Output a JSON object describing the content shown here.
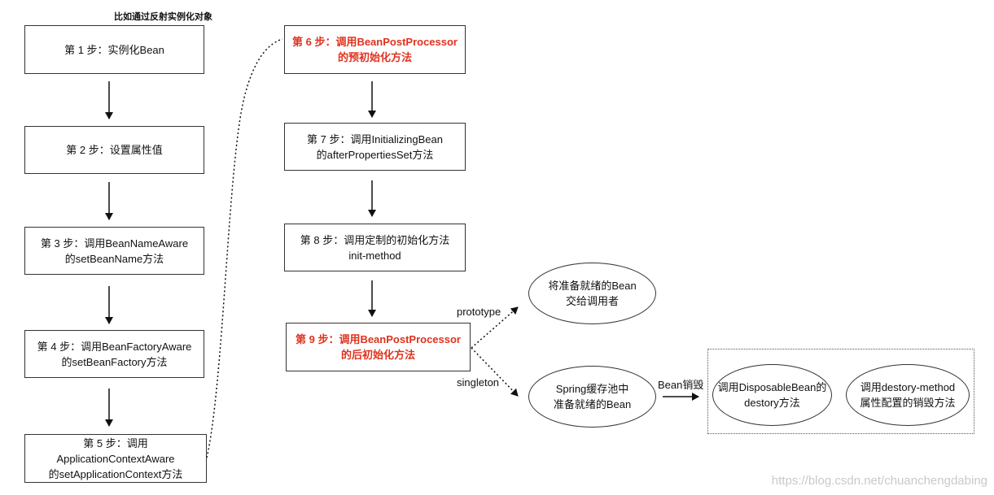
{
  "note": "比如通过反射实例化对象",
  "steps": [
    {
      "line1": "第 1 步：实例化Bean",
      "line2": ""
    },
    {
      "line1": "第 2 步：设置属性值",
      "line2": ""
    },
    {
      "line1": "第 3 步：调用BeanNameAware",
      "line2": "的setBeanName方法"
    },
    {
      "line1": "第 4 步：调用BeanFactoryAware",
      "line2": "的setBeanFactory方法"
    },
    {
      "line1": "第 5 步：调用",
      "line2": "ApplicationContextAware",
      "line3": "的setApplicationContext方法"
    },
    {
      "line1": "第 6 步：调用BeanPostProcessor",
      "line2": "的预初始化方法"
    },
    {
      "line1": "第 7 步：调用InitializingBean",
      "line2": "的afterPropertiesSet方法"
    },
    {
      "line1": "第 8 步：调用定制的初始化方法",
      "line2": "init-method"
    },
    {
      "line1": "第 9 步：调用BeanPostProcessor",
      "line2": "的后初始化方法"
    }
  ],
  "ellipses": {
    "prototype_target": {
      "line1": "将准备就绪的Bean",
      "line2": "交给调用者"
    },
    "singleton_target": {
      "line1": "Spring缓存池中",
      "line2": "准备就绪的Bean"
    },
    "disposable": {
      "line1": "调用DisposableBean的",
      "line2": "destory方法"
    },
    "destroy_method": {
      "line1": "调用destory-method",
      "line2": "属性配置的销毁方法"
    }
  },
  "edge_labels": {
    "prototype": "prototype",
    "singleton": "singleton",
    "destroy": "Bean销毁"
  },
  "watermark": "https://blog.csdn.net/chuanchengdabing",
  "colors": {
    "highlight": "#e0321e",
    "line": "#111111"
  }
}
